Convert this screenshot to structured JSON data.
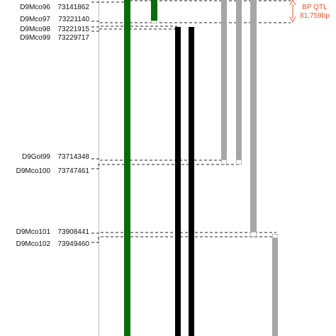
{
  "markers": [
    {
      "name": "D9Mco96",
      "position": "73141862"
    },
    {
      "name": "D9Mco97",
      "position": "73221140"
    },
    {
      "name": "D9Mco98",
      "position": "73221915"
    },
    {
      "name": "D9Mco99",
      "position": "73229717"
    },
    {
      "name": "D9Got99",
      "position": "73714348"
    },
    {
      "name": "D9Mco100",
      "position": "73747461"
    },
    {
      "name": "D9Mco101",
      "position": "73908441"
    },
    {
      "name": "D9Mco102",
      "position": "73949460"
    }
  ],
  "qtl": {
    "label": "BP QTL",
    "size": "81,759bp",
    "color": "#e8542f"
  },
  "colors": {
    "green": "#0b6b0b",
    "black": "#000000",
    "gray": "#a6a6a6",
    "axis": "#bdbdbd",
    "dash": "#222222"
  }
}
